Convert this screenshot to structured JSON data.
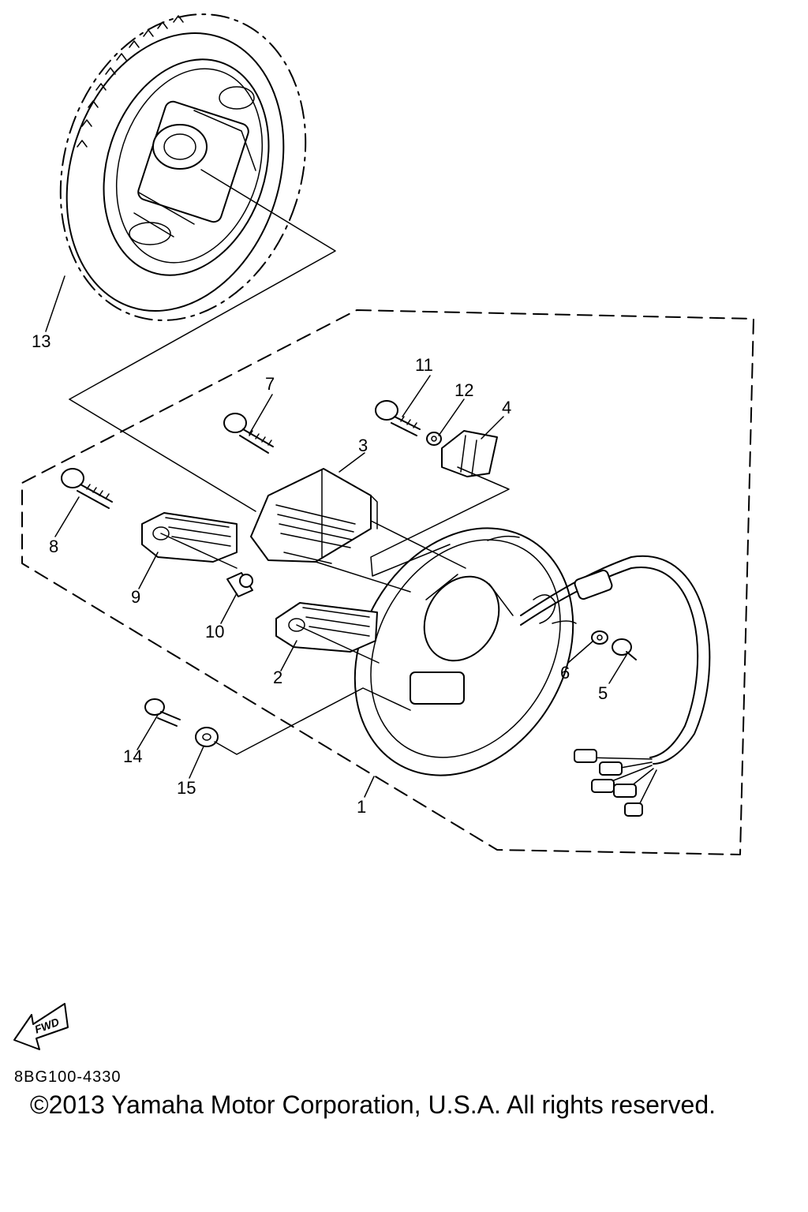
{
  "diagram": {
    "callouts": [
      {
        "id": "1",
        "label": "1"
      },
      {
        "id": "2",
        "label": "2"
      },
      {
        "id": "3",
        "label": "3"
      },
      {
        "id": "4",
        "label": "4"
      },
      {
        "id": "5",
        "label": "5"
      },
      {
        "id": "6",
        "label": "6"
      },
      {
        "id": "7",
        "label": "7"
      },
      {
        "id": "8",
        "label": "8"
      },
      {
        "id": "9",
        "label": "9"
      },
      {
        "id": "10",
        "label": "10"
      },
      {
        "id": "11",
        "label": "11"
      },
      {
        "id": "12",
        "label": "12"
      },
      {
        "id": "13",
        "label": "13"
      },
      {
        "id": "14",
        "label": "14"
      },
      {
        "id": "15",
        "label": "15"
      }
    ],
    "fwd_label": "FWD"
  },
  "footer": {
    "code": "8BG100-4330",
    "copyright": "©2013 Yamaha Motor Corporation, U.S.A. All rights reserved."
  }
}
